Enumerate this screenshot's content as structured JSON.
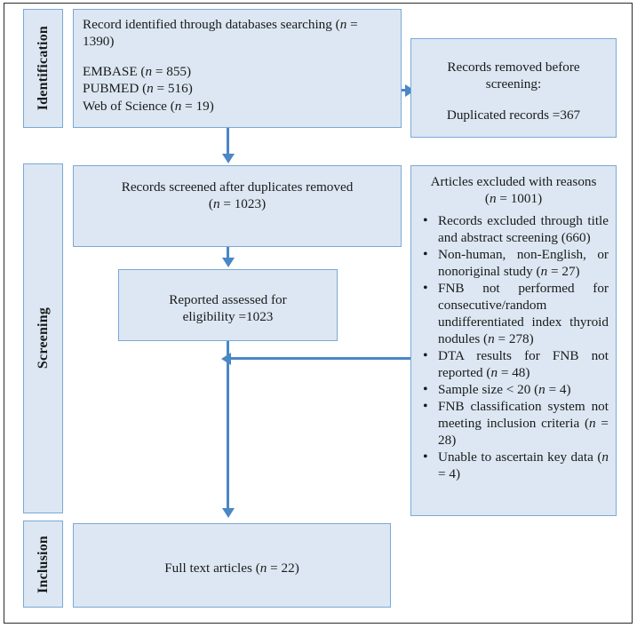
{
  "diagram": {
    "title": "PRISMA study selection flow diagram",
    "colors": {
      "box_fill": "#dce7f3",
      "box_border": "#7aa9d6",
      "connector": "#4a87c6",
      "frame_border": "#2b2b2b",
      "page_background": "#ffffff",
      "text": "#1a1a1a"
    },
    "stages": [
      {
        "id": "identification",
        "label": "Identification"
      },
      {
        "id": "screening",
        "label": "Screening"
      },
      {
        "id": "inclusion",
        "label": "Inclusion"
      }
    ],
    "boxes": {
      "records_identified": {
        "line1": "Record identified through databases searching (",
        "line1_italic": "n",
        "line1_end": " = 1390)",
        "sources": [
          {
            "name": "EMBASE (",
            "italic": "n",
            "value": " = 855)"
          },
          {
            "name": "PUBMED (",
            "italic": "n",
            "value": " = 516)"
          },
          {
            "name": "Web of Science (",
            "italic": "n",
            "value": " = 19)"
          }
        ]
      },
      "records_removed": {
        "line1": "Records removed before",
        "line2": "screening:",
        "line3": "Duplicated records =367"
      },
      "records_screened": {
        "line1": "Records screened after duplicates removed",
        "line2_open": "(",
        "line2_italic": "n",
        "line2_end": " = 1023)"
      },
      "reported_assessed": {
        "line1": "Reported assessed for",
        "line2": "eligibility =1023"
      },
      "articles_excluded": {
        "heading": "Articles excluded with reasons",
        "heading_count_open": "(",
        "heading_count_italic": "n",
        "heading_count_end": " = 1001)",
        "reasons": [
          "Records excluded through title and abstract screening (660)",
          "Non-human, non-English, or nonoriginal study (n = 27)",
          "FNB not performed for consecutive/random undifferentiated index thyroid nodules (n = 278)",
          "DTA results for FNB not reported (n = 48)",
          "Sample size < 20 (n = 4)",
          "FNB classification system not meeting inclusion criteria (n = 28)",
          "Unable to ascertain key data (n = 4)"
        ]
      },
      "full_text": {
        "text_open": "Full text articles (",
        "text_italic": "n",
        "text_end": " = 22)"
      }
    },
    "connectors": [
      {
        "id": "identified-to-removed",
        "direction": "right"
      },
      {
        "id": "identified-to-screened",
        "direction": "down"
      },
      {
        "id": "screened-to-assessed",
        "direction": "down"
      },
      {
        "id": "excluded-to-flow",
        "direction": "left"
      },
      {
        "id": "assessed-to-fulltext",
        "direction": "down"
      }
    ]
  }
}
